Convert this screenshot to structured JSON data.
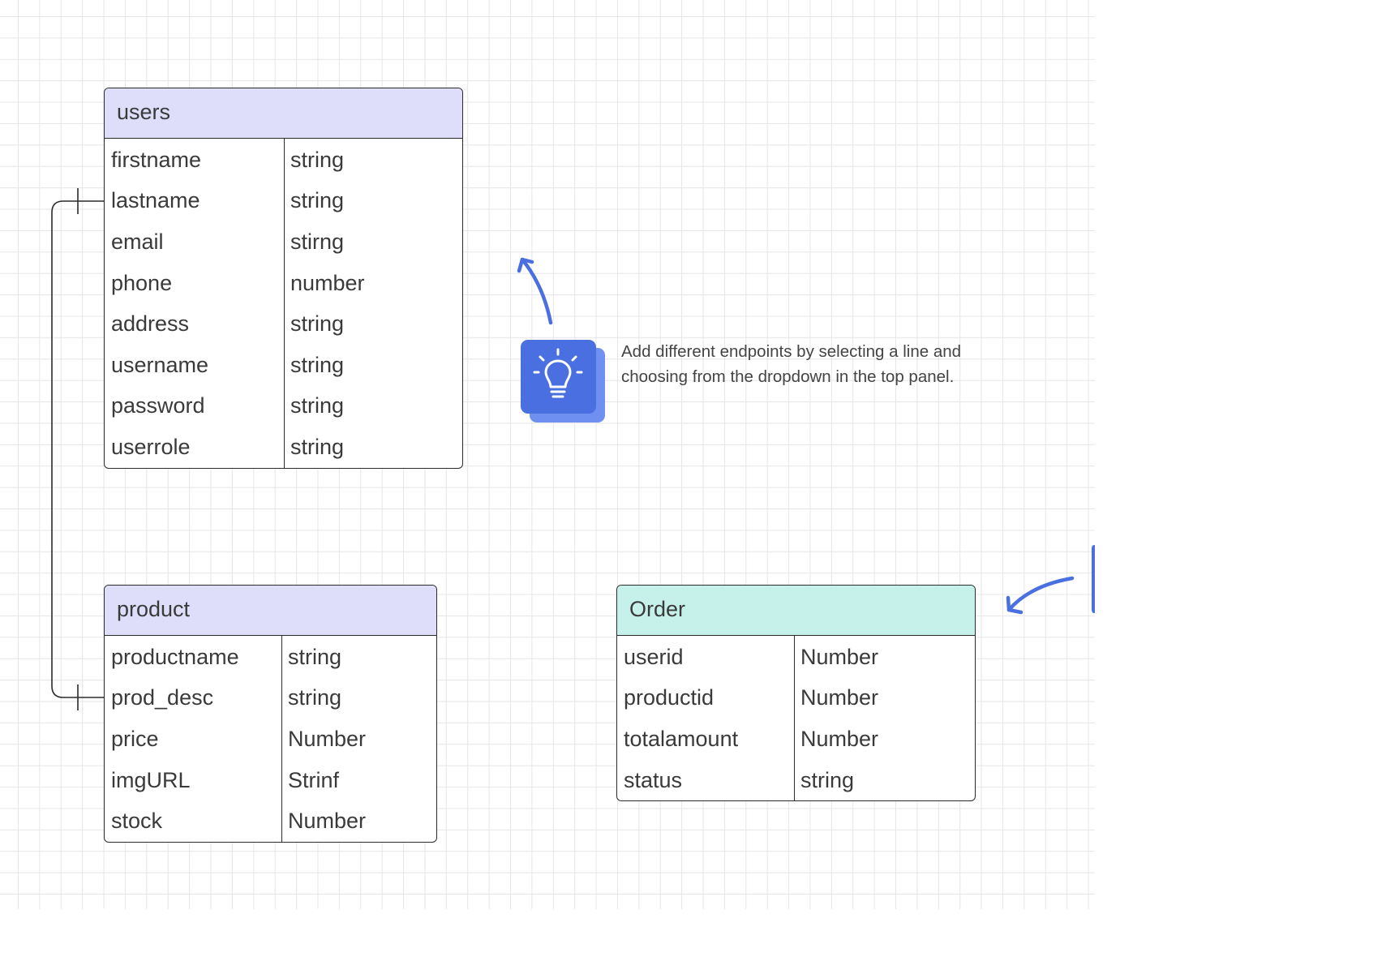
{
  "tables": {
    "users": {
      "title": "users",
      "header_color": "#dedefb",
      "rows": [
        {
          "name": "firstname",
          "type": "string"
        },
        {
          "name": "lastname",
          "type": "string"
        },
        {
          "name": "email",
          "type": "stirng"
        },
        {
          "name": "phone",
          "type": "number"
        },
        {
          "name": "address",
          "type": "string"
        },
        {
          "name": "username",
          "type": "string"
        },
        {
          "name": "password",
          "type": "string"
        },
        {
          "name": "userrole",
          "type": "string"
        }
      ]
    },
    "product": {
      "title": "product",
      "header_color": "#dedefb",
      "rows": [
        {
          "name": "productname",
          "type": "string"
        },
        {
          "name": "prod_desc",
          "type": "string"
        },
        {
          "name": "price",
          "type": "Number"
        },
        {
          "name": "imgURL",
          "type": "Strinf"
        },
        {
          "name": "stock",
          "type": "Number"
        }
      ]
    },
    "order": {
      "title": "Order",
      "header_color": "#c6f1ea",
      "rows": [
        {
          "name": "userid",
          "type": "Number"
        },
        {
          "name": "productid",
          "type": "Number"
        },
        {
          "name": "totalamount",
          "type": "Number"
        },
        {
          "name": "status",
          "type": "string"
        }
      ]
    }
  },
  "tip": {
    "text": "Add different endpoints by selecting a line and choosing from the dropdown in the top panel.",
    "icon": "lightbulb-icon",
    "icon_color": "#4a6fe0",
    "icon_shadow_color": "#6f90f0"
  },
  "connector": {
    "from": "users.lastname",
    "to": "product.prod_desc"
  },
  "colors": {
    "arrow": "#4a6fe0",
    "grid": "#e6e6e6",
    "border": "#2b2b2b"
  }
}
